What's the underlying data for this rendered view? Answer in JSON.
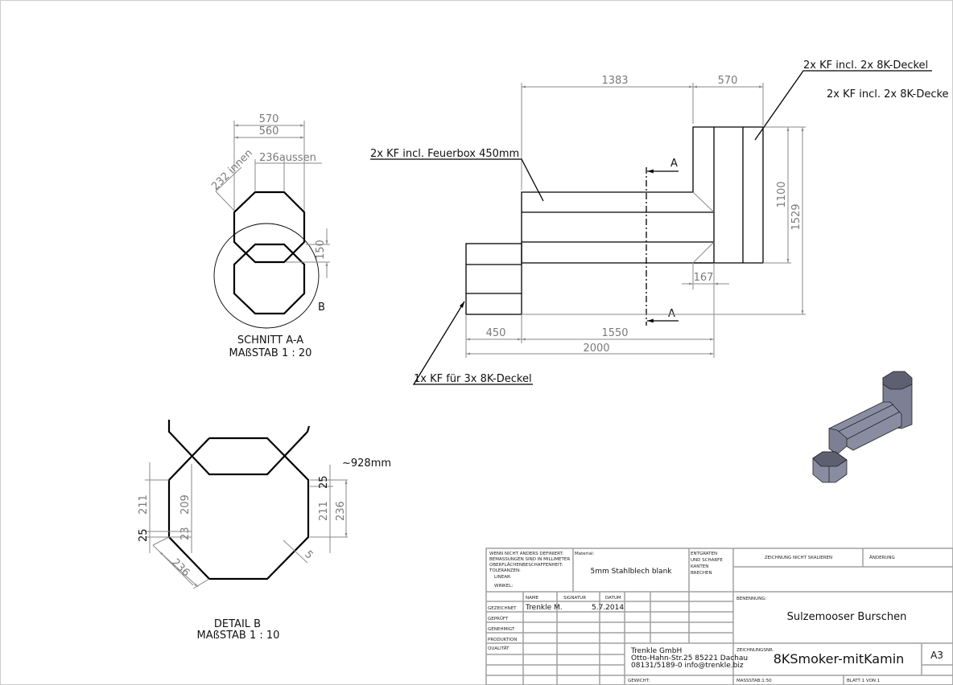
{
  "main_view": {
    "dims": [
      "1383",
      "570",
      "1100",
      "1529",
      "167",
      "450",
      "1550",
      "2000"
    ],
    "section_mark": "A",
    "labels": [
      "2x KF incl. Feuerbox 450mm",
      "2x KF incl. 2x 8K-Deckel",
      "2x KF incl. 2x 8K-Decke",
      "1x KF für 3x 8K-Deckel"
    ]
  },
  "section_view": {
    "dims": [
      "570",
      "560",
      "236aussen",
      "232 innen",
      "150"
    ],
    "detail_mark": "B",
    "title": "SCHNITT A-A",
    "scale": "MAßSTAB 1 : 20"
  },
  "detail_view": {
    "dims": [
      "211",
      "209",
      "25",
      "23",
      "236",
      "25",
      "211",
      "236",
      "5"
    ],
    "note": "~928mm",
    "title": "DETAIL B",
    "scale": "MAßSTAB 1 : 10"
  },
  "title_block": {
    "general_notes": [
      "WENN NICHT ANDERS DEFINIERT:",
      "BEMASSUNGEN SIND IN MILLIMETER",
      "OBERFLÄCHENBESCHAFFENHEIT:",
      "TOLERANZEN:",
      "LINEAR:",
      "WINKEL:"
    ],
    "material_label": "Material:",
    "material": "5mm Stahlblech blank",
    "edge_note": [
      "ENTGRATEN",
      "UND SCHARFE",
      "KANTEN",
      "BRECHEN"
    ],
    "no_scale": "ZEICHNUNG NICHT SKALIEREN",
    "revision": "ÄNDERUNG",
    "col_headers": [
      "NAME",
      "SIGNATUR",
      "DATUM"
    ],
    "rows": [
      "GEZEICHNET",
      "GEPRÜFT",
      "GENEHMIGT",
      "PRODUKTION",
      "QUALITÄT"
    ],
    "drawn_by": "Trenkle M.",
    "date": "5.7.2014",
    "title_label": "BENENNUNG:",
    "title": "Sulzemooser Burschen",
    "company": [
      "Trenkle GmbH",
      "Otto-Hahn-Str.25  85221 Dachau",
      "08131/5189-0      info@trenkle.biz"
    ],
    "drawing_no_label": "ZEICHNUNGSNR.",
    "drawing_no": "8KSmoker-mitKamin",
    "format": "A3",
    "weight_label": "GEWICHT:",
    "scale": "MASSSTAB:1:50",
    "sheet": "BLATT 1 VON 1"
  }
}
